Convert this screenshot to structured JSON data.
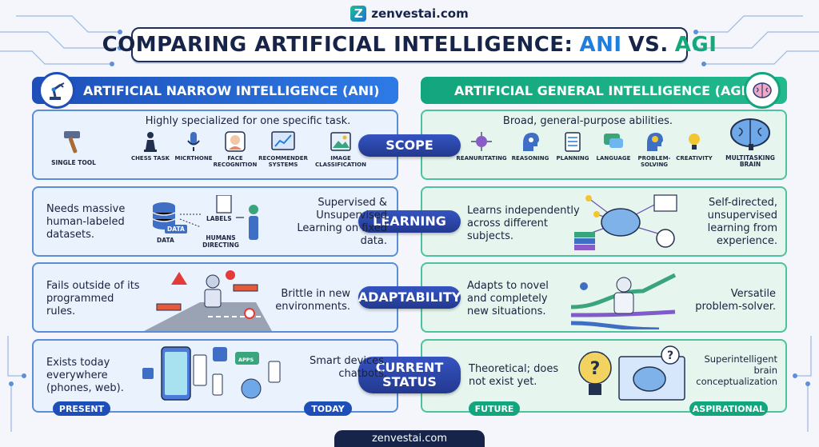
{
  "brand": {
    "name": "zenvestai.com",
    "logo_letter": "Z"
  },
  "title": {
    "main": "COMPARING ARTIFICIAL INTELLIGENCE:",
    "ani": "ANI",
    "vs": "VS.",
    "agi": "AGI"
  },
  "ani_header": "ARTIFICIAL NARROW INTELLIGENCE (ANI)",
  "agi_header": "ARTIFICIAL GENERAL INTELLIGENCE (AGI)",
  "categories": {
    "scope": "SCOPE",
    "learning": "LEARNING",
    "adaptability": "ADAPTABILITY",
    "current_status_1": "CURRENT",
    "current_status_2": "STATUS"
  },
  "scope": {
    "ani_heading": "Highly specialized for one specific task.",
    "ani_tool": "SINGLE TOOL",
    "ani_items": [
      "CHESS TASK",
      "MICRTHONE",
      "FACE RECOGNITION",
      "RECOMMENDER SYSTEMS",
      "IMAGE CLASSIFICATION"
    ],
    "agi_heading": "Broad, general-purpose abilities.",
    "agi_items": [
      "REANURITATING",
      "REASONING",
      "PLANNING",
      "LANGUAGE",
      "PROBLEM-SOLVING",
      "CREATIVITY"
    ],
    "agi_brain": "MULTITASKING BRAIN"
  },
  "learning": {
    "ani_left": "Needs massive human-labeled datasets.",
    "ani_right": "Supervised & Unsupervised Learning on fixed data.",
    "ani_data": "DATA",
    "ani_data_tag": "DATA",
    "ani_labels": "LABELS",
    "ani_humans": "HUMANS DIRECTING",
    "agi_left": "Learns independently across different subjects.",
    "agi_right": "Self-directed, unsupervised learning from experience."
  },
  "adaptability": {
    "ani_left": "Fails outside of its programmed rules.",
    "ani_right": "Brittle in new environments.",
    "agi_left": "Adapts to novel and completely new situations.",
    "agi_right": "Versatile problem-solver."
  },
  "status": {
    "ani_left": "Exists today everywhere (phones, web).",
    "ani_right": "Smart devices, chatbots.",
    "ani_apps": "APPS",
    "agi_left": "Theoretical; does not exist yet.",
    "agi_right": "Superintelligent brain conceptualization",
    "pills": [
      "PRESENT",
      "TODAY",
      "FUTURE",
      "ASPIRATIONAL"
    ]
  },
  "footer": "zenvestai.com",
  "colors": {
    "navy": "#17244a",
    "ani_blue": "#1e7fe0",
    "agi_green": "#15a87a",
    "pill": "#22398f"
  }
}
